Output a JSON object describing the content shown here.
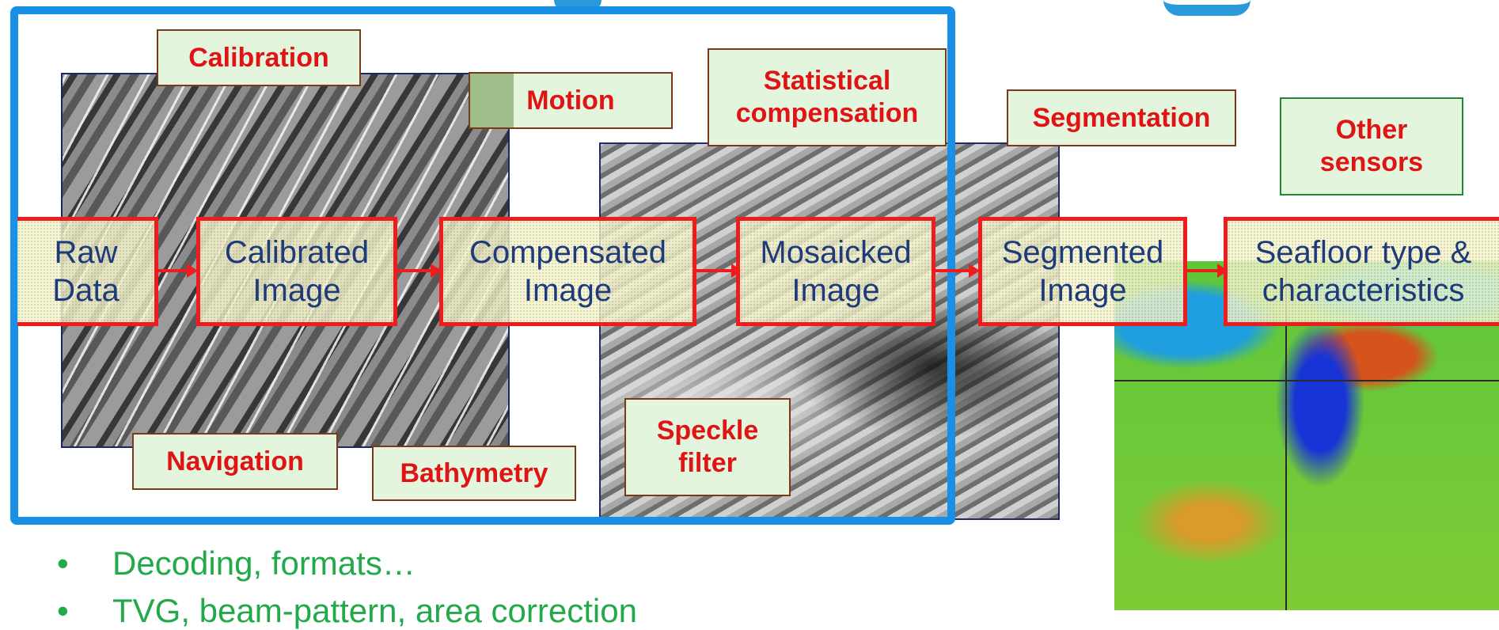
{
  "colors": {
    "frame": "#1a8fe6",
    "pipeline_border": "#ee1c1c",
    "pipeline_text": "#1f3a78",
    "label_text": "#e01414",
    "bullet_text": "#22a94a"
  },
  "pipeline": [
    {
      "id": "raw",
      "line1": "Raw",
      "line2": "Data"
    },
    {
      "id": "calibrated",
      "line1": "Calibrated",
      "line2": "Image"
    },
    {
      "id": "compensated",
      "line1": "Compensated",
      "line2": "Image"
    },
    {
      "id": "mosaicked",
      "line1": "Mosaicked",
      "line2": "Image"
    },
    {
      "id": "segmented",
      "line1": "Segmented",
      "line2": "Image"
    },
    {
      "id": "seafloor",
      "line1": "Seafloor type &",
      "line2": "characteristics"
    }
  ],
  "labels": {
    "calibration": "Calibration",
    "motion": "Motion",
    "statistical_line1": "Statistical",
    "statistical_line2": "compensation",
    "segmentation": "Segmentation",
    "other_line1": "Other",
    "other_line2": "sensors",
    "navigation": "Navigation",
    "bathymetry": "Bathymetry",
    "speckle_line1": "Speckle",
    "speckle_line2": "filter"
  },
  "bullets": [
    {
      "marker": "•",
      "text": "Decoding, formats…"
    },
    {
      "marker": "•",
      "text": "TVG, beam-pattern, area correction"
    }
  ]
}
